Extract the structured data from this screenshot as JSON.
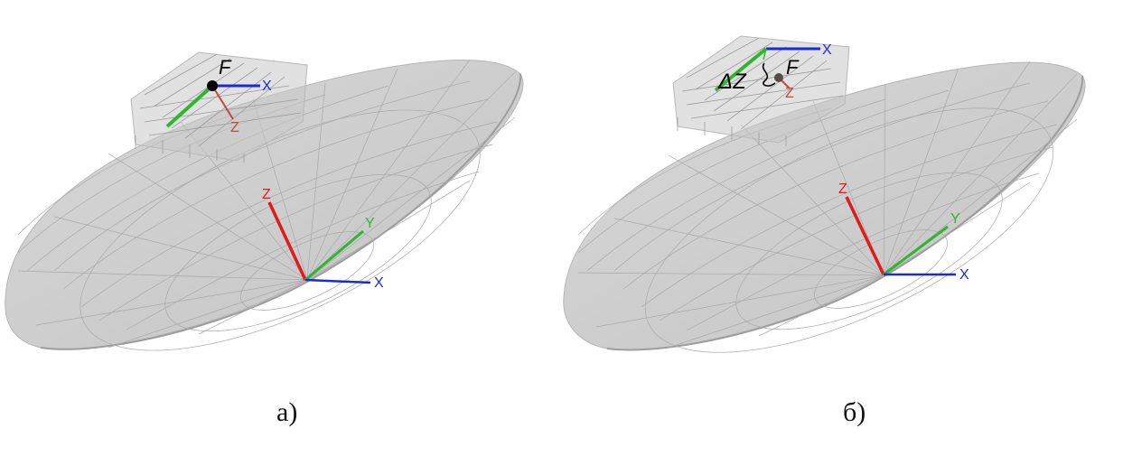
{
  "panels": [
    {
      "caption": "а)",
      "focus_label": "F",
      "dish_axes": {
        "x": "X",
        "y": "Y",
        "z": "Z"
      },
      "feed_axes": {
        "x": "X",
        "z": "Z"
      }
    },
    {
      "caption": "б)",
      "focus_label": "F",
      "offset_label": "ΔZ",
      "dish_axes": {
        "x": "X",
        "y": "Y",
        "z": "Z"
      },
      "feed_axes": {
        "x": "X",
        "z": "Z"
      }
    }
  ],
  "colors": {
    "x_axis": "#1a2bd6",
    "y_axis": "#2fb52f",
    "z_axis": "#e01b1b",
    "feed_z_axis": "#c24a3a",
    "dish_fill": "#cfcfcf",
    "mesh": "#a6a6a6"
  }
}
